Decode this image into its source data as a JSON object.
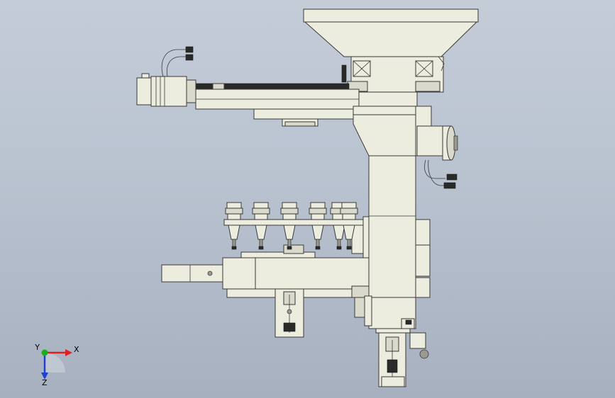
{
  "viewport": {
    "background_top": "#c4ccd8",
    "background_bottom": "#a6b0bf"
  },
  "drawing": {
    "part_fill": "#ececdf",
    "edge_color": "#3a3a3a"
  },
  "triad": {
    "x_label": "X",
    "y_label": "Y",
    "z_label": "Z",
    "x_color": "#e02020",
    "y_color": "#18b018",
    "z_color": "#2040d0"
  },
  "tool_holders": {
    "count": 6
  }
}
